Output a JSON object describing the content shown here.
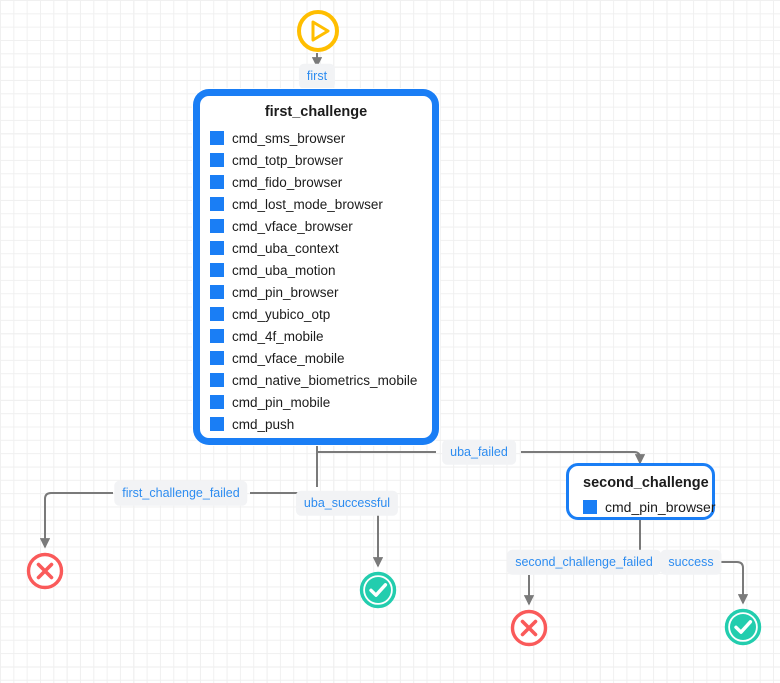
{
  "diagram": {
    "type": "authentication-policy-flow",
    "start_node": {
      "icon": "play-circle-icon",
      "color": "#ffbe00",
      "outgoing_label": "first"
    },
    "nodes": [
      {
        "id": "first_challenge",
        "title": "first_challenge",
        "selected": true,
        "accent": "#1a7ef5",
        "items": [
          "cmd_sms_browser",
          "cmd_totp_browser",
          "cmd_fido_browser",
          "cmd_lost_mode_browser",
          "cmd_vface_browser",
          "cmd_uba_context",
          "cmd_uba_motion",
          "cmd_pin_browser",
          "cmd_yubico_otp",
          "cmd_4f_mobile",
          "cmd_vface_mobile",
          "cmd_native_biometrics_mobile",
          "cmd_pin_mobile",
          "cmd_push"
        ]
      },
      {
        "id": "second_challenge",
        "title": "second_challenge",
        "selected": false,
        "accent": "#1a7ef5",
        "items": [
          "cmd_pin_browser"
        ]
      }
    ],
    "edge_labels": {
      "first": "first",
      "first_challenge_failed": "first_challenge_failed",
      "uba_successful": "uba_successful",
      "uba_failed": "uba_failed",
      "second_challenge_failed": "second_challenge_failed",
      "success": "success"
    },
    "terminals": [
      {
        "id": "fail_1",
        "icon": "x-circle-icon",
        "color": "#fa5a5a",
        "result": "failure"
      },
      {
        "id": "success_1",
        "icon": "check-circle-icon",
        "color": "#23cdae",
        "result": "success"
      },
      {
        "id": "fail_2",
        "icon": "x-circle-icon",
        "color": "#fa5a5a",
        "result": "failure"
      },
      {
        "id": "success_2",
        "icon": "check-circle-icon",
        "color": "#23cdae",
        "result": "success"
      }
    ],
    "colors": {
      "edge": "#7a7a7a",
      "label_text": "#2d8cf0",
      "label_bg": "#f2f3f5",
      "node_border": "#1a7ef5",
      "start": "#ffbe00",
      "failure": "#fa5a5a",
      "success": "#23cdae",
      "grid": "#ededed"
    }
  }
}
